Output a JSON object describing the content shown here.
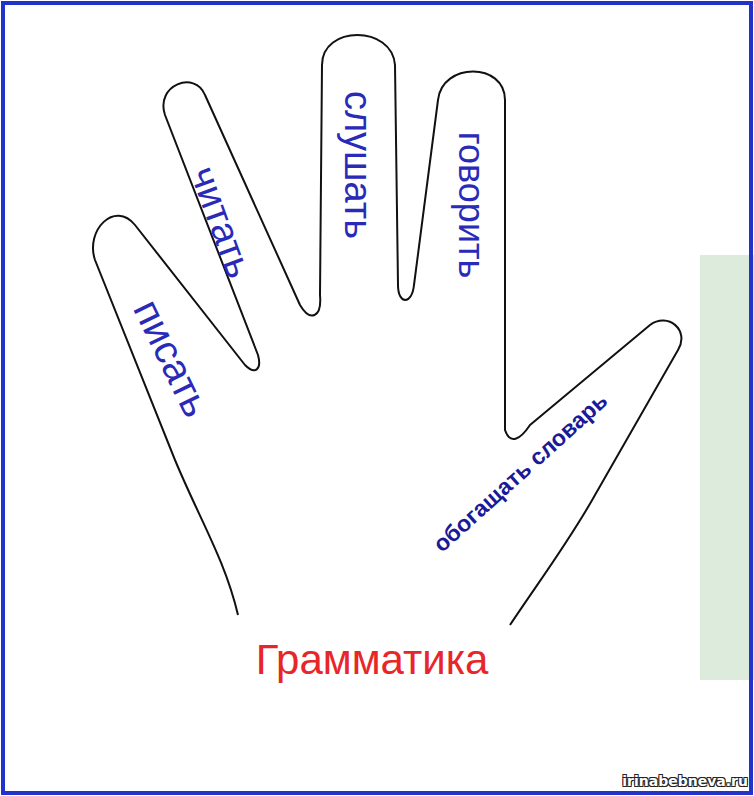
{
  "diagram": {
    "nodes": [
      {
        "text": [
          "писать",
          "читать",
          "слушать",
          "говорить",
          "обогащать словарь",
          "Грамматика"
        ]
      }
    ],
    "labels": [
      "irinabebneva.ru"
    ]
  }
}
